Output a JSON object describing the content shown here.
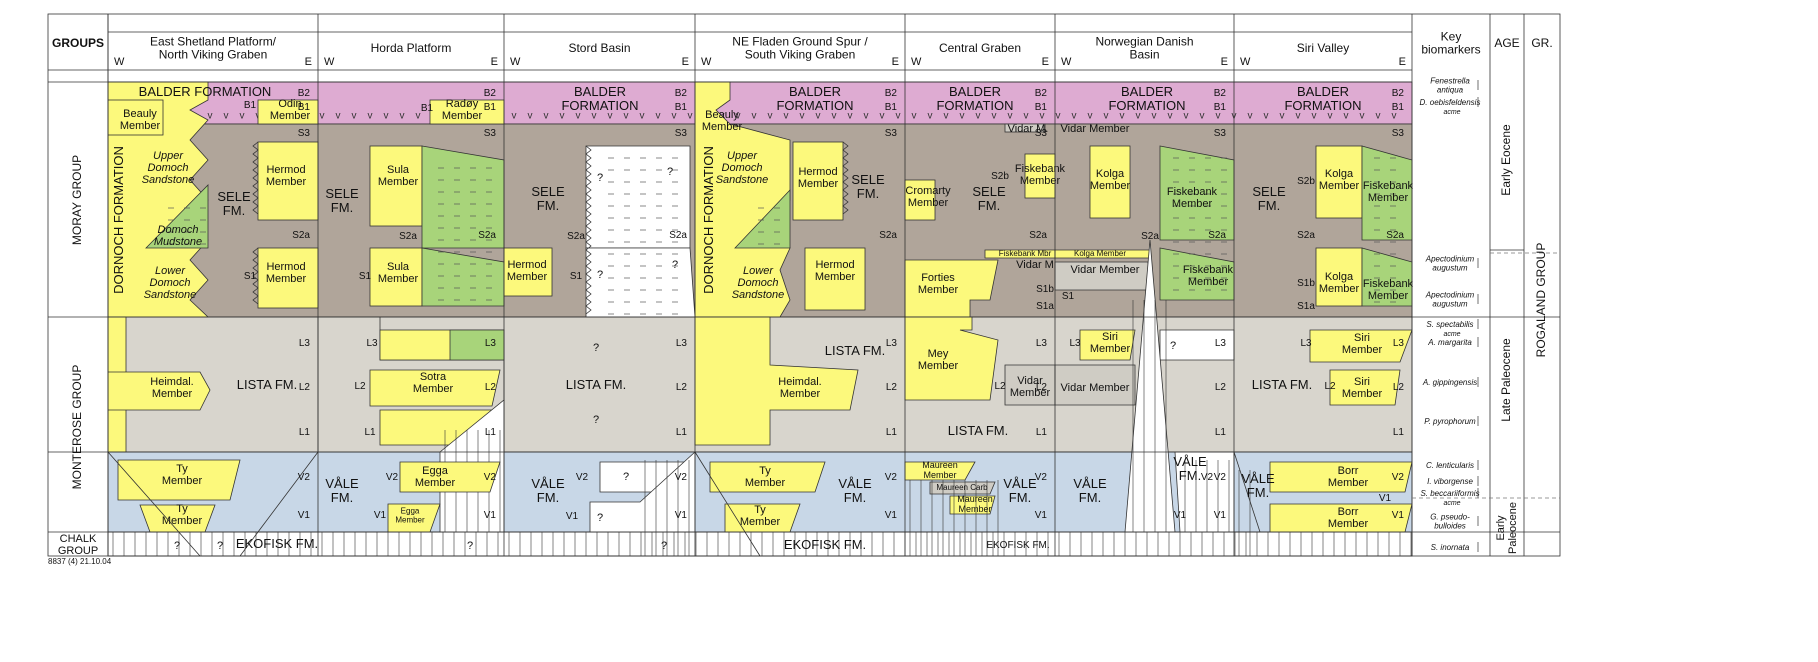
{
  "colors": {
    "sele": "#b0a59a",
    "lista": "#d8d5cd",
    "vale": "#c8d7e7",
    "balder": "#deabd2",
    "sandstone": "#fcf97c",
    "mudstone": "#a8d47a",
    "white": "#ffffff",
    "line": "#333333"
  },
  "header": {
    "groups_label": "GROUPS",
    "biomarkers_label": [
      "Key",
      "biomarkers"
    ],
    "age_label": "AGE",
    "gr_label": "GR."
  },
  "columns": [
    {
      "title": [
        "East Shetland Platform/",
        "North Viking Graben"
      ],
      "w": "W",
      "e": "E"
    },
    {
      "title": [
        "Horda Platform"
      ],
      "w": "W",
      "e": "E"
    },
    {
      "title": [
        "Stord Basin"
      ],
      "w": "W",
      "e": "E"
    },
    {
      "title": [
        "NE Fladen Ground Spur /",
        "South Viking Graben"
      ],
      "w": "W",
      "e": "E"
    },
    {
      "title": [
        "Central Graben"
      ],
      "w": "W",
      "e": "E"
    },
    {
      "title": [
        "Norwegian Danish",
        "Basin"
      ],
      "w": "W",
      "e": "E"
    },
    {
      "title": [
        "Siri Valley"
      ],
      "w": "W",
      "e": "E"
    }
  ],
  "groups": {
    "moray": "MORAY GROUP",
    "montrose": "MONTEROSE GROUP",
    "chalk": [
      "CHALK",
      "GROUP"
    ]
  },
  "formations": {
    "balder_full": "BALDER FORMATION",
    "balder": "BALDER",
    "formation": "FORMATION",
    "sele": [
      "SELE",
      "FM."
    ],
    "lista": "LISTA FM.",
    "vale": [
      "VÅLE",
      "FM."
    ],
    "ekofisk": "EKOFISK FM.",
    "dornoch": "DORNOCH FORMATION",
    "question": "?"
  },
  "members": {
    "beauly": [
      "Beauly",
      "Member"
    ],
    "odin": [
      "Odin",
      "Member"
    ],
    "radoy": [
      "Radøy",
      "Member"
    ],
    "upper_domoch": [
      "Upper",
      "Domoch",
      "Sandstone"
    ],
    "domoch_mud": [
      "Domoch",
      "Mudstone"
    ],
    "lower_domoch": [
      "Lower",
      "Domoch",
      "Sandstone"
    ],
    "hermod": [
      "Hermod",
      "Member"
    ],
    "sula": [
      "Sula",
      "Member"
    ],
    "heimdal": [
      "Heimdal.",
      "Member"
    ],
    "sotra": [
      "Sotra",
      "Member"
    ],
    "ty": [
      "Ty",
      "Member"
    ],
    "egga": [
      "Egga",
      "Member"
    ],
    "cromarty": [
      "Cromarty",
      "Member"
    ],
    "fiskebank": [
      "Fiskebank",
      "Member"
    ],
    "fiskebank_mbr": "Fiskebank Mbr",
    "kolga_member_line": "Kolga Member",
    "vidar_m": "Vidar M.",
    "vidar_member": "Vidar Member",
    "vidar_m_short": "Vidar M",
    "vidar": [
      "Vidar",
      "Member"
    ],
    "forties": [
      "Forties",
      "Member"
    ],
    "mey": [
      "Mey",
      "Member"
    ],
    "maureen": [
      "Maureen",
      "Member"
    ],
    "maureen_carb": "Maureen Carb",
    "kolga": [
      "Kolga",
      "Member"
    ],
    "siri": [
      "Siri",
      "Member"
    ],
    "borr": [
      "Borr",
      "Member"
    ]
  },
  "units": {
    "B2": "B2",
    "B1": "B1",
    "S3": "S3",
    "S2a": "S2a",
    "S2b": "S2b",
    "S1": "S1",
    "S1a": "S1a",
    "S1b": "S1b",
    "L3": "L3",
    "L2": "L2",
    "L1": "L1",
    "V2": "V2",
    "V1": "V1"
  },
  "biomarkers": [
    {
      "name": [
        "Fenestrella",
        "antiqua"
      ],
      "italic": true
    },
    {
      "name": [
        "D. oebisfeldensis"
      ],
      "sub": "acme",
      "italic": true
    },
    {
      "name": [
        "Apectodinium",
        "augustum"
      ],
      "italic": true
    },
    {
      "name": [
        "Apectodinium",
        "augustum"
      ],
      "italic": true
    },
    {
      "name": [
        "S. spectabilis"
      ],
      "sub": "acme",
      "italic": true
    },
    {
      "name": [
        "A. margarita"
      ],
      "italic": true
    },
    {
      "name": [
        "A. gippingensis"
      ],
      "italic": true
    },
    {
      "name": [
        "P. pyrophorum"
      ],
      "italic": true
    },
    {
      "name": [
        "C. lenticularis"
      ],
      "italic": true
    },
    {
      "name": [
        "I. viborgense"
      ],
      "italic": true
    },
    {
      "name": [
        "S. beccariiformis"
      ],
      "sub": "acme",
      "italic": true
    },
    {
      "name": [
        "G. pseudo-",
        "bulloides"
      ],
      "italic": true
    },
    {
      "name": [
        "S. inornata"
      ],
      "italic": true
    }
  ],
  "ages": {
    "early_eocene": "Early Eocene",
    "late_paleocene": "Late Paleocene",
    "early_paleocene": [
      "Early",
      "Paleocene"
    ]
  },
  "rogaland": "ROGALAND GROUP",
  "footnote": "8837 (4) 21.10.04"
}
